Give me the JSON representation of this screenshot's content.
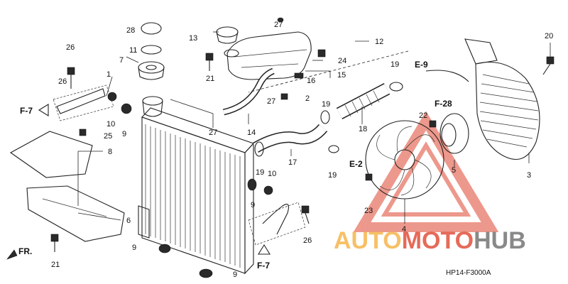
{
  "diagram": {
    "part_numbers": [
      "1",
      "2",
      "3",
      "4",
      "5",
      "6",
      "7",
      "8",
      "9",
      "10",
      "11",
      "12",
      "13",
      "14",
      "15",
      "16",
      "17",
      "18",
      "19",
      "20",
      "21",
      "22",
      "23",
      "24",
      "25",
      "26",
      "27",
      "28"
    ],
    "labels": {
      "p1": "1",
      "p2": "2",
      "p3": "3",
      "p4": "4",
      "p5": "5",
      "p6": "6",
      "p7": "7",
      "p8": "8",
      "p9a": "9",
      "p9b": "9",
      "p9c": "9",
      "p9d": "9",
      "p10a": "10",
      "p10b": "10",
      "p11": "11",
      "p12": "12",
      "p13": "13",
      "p14": "14",
      "p15": "15",
      "p16": "16",
      "p17": "17",
      "p18": "18",
      "p19a": "19",
      "p19b": "19",
      "p19c": "19",
      "p19d": "19",
      "p20": "20",
      "p21a": "21",
      "p21b": "21",
      "p22": "22",
      "p23": "23",
      "p24": "24",
      "p25": "25",
      "p26a": "26",
      "p26b": "26",
      "p26c": "26",
      "p27a": "27",
      "p27b": "27",
      "p27c": "27",
      "p28": "28"
    },
    "refs": {
      "f7_left": "F-7",
      "f7_bottom": "F-7",
      "e9": "E-9",
      "f28": "F-28",
      "e2": "E-2",
      "front": "FR."
    },
    "drawing_code": "HP14-F3000A",
    "watermark": {
      "part1": "AUTO",
      "part2": "MOTO",
      "part3": "HUB"
    }
  },
  "colors": {
    "watermark_orange": "#f5b041",
    "watermark_red": "#e0452f",
    "watermark_gray": "#6b6b6b",
    "ink": "#111111"
  }
}
